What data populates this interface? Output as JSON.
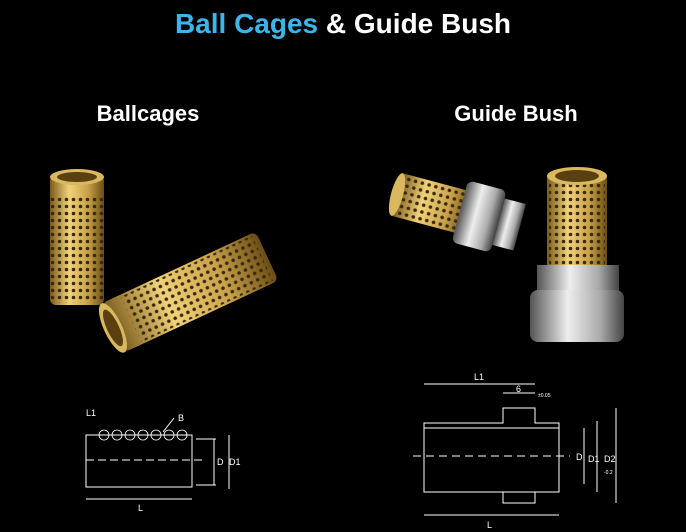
{
  "title": {
    "highlight": "Ball Cages",
    "rest": " & Guide Bush"
  },
  "sections": [
    {
      "heading": "Ballcages",
      "diagram_labels": {
        "L1": "L1",
        "B": "B",
        "D": "D",
        "D1": "D1",
        "L": "L"
      }
    },
    {
      "heading": "Guide Bush",
      "diagram_labels": {
        "L1": "L1",
        "six": "6",
        "tol": "±0.05",
        "D": "D",
        "D1": "D1",
        "D2": "D2",
        "D2tol": "-0.2",
        "L": "L"
      }
    }
  ],
  "colors": {
    "accent": "#3cb5ea",
    "brass": "#c9a24a",
    "steel": "#a9a9a9"
  }
}
